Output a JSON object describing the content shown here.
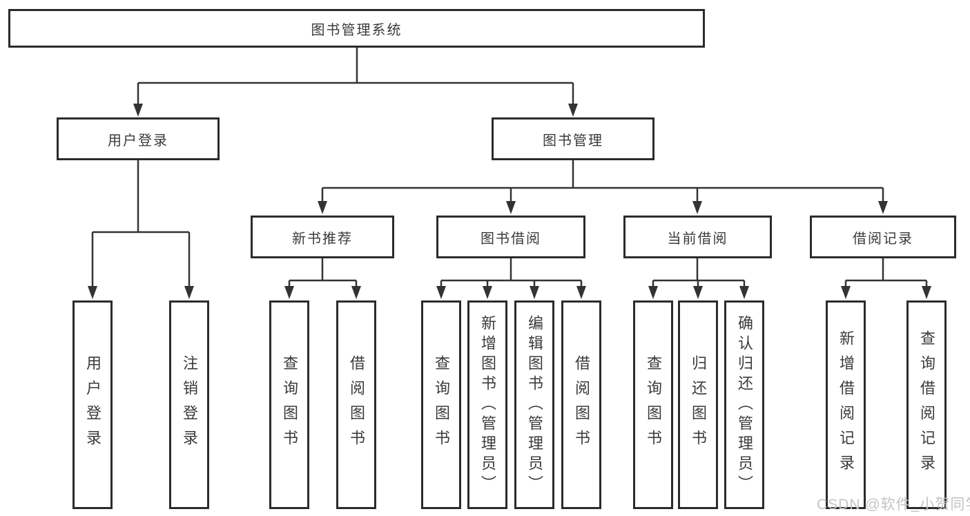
{
  "diagram_title": "图书管理系统",
  "tree": {
    "root": {
      "label": "图书管理系统",
      "children": [
        {
          "label": "用户登录",
          "children": [
            {
              "label": "用户登录"
            },
            {
              "label": "注销登录"
            }
          ]
        },
        {
          "label": "图书管理",
          "children": [
            {
              "label": "新书推荐",
              "children": [
                {
                  "label": "查询图书"
                },
                {
                  "label": "借阅图书"
                }
              ]
            },
            {
              "label": "图书借阅",
              "children": [
                {
                  "label": "查询图书"
                },
                {
                  "label": "新增图书（管理员）"
                },
                {
                  "label": "编辑图书（管理员）"
                },
                {
                  "label": "借阅图书"
                }
              ]
            },
            {
              "label": "当前借阅",
              "children": [
                {
                  "label": "查询图书"
                },
                {
                  "label": "归还图书"
                },
                {
                  "label": "确认归还（管理员）"
                }
              ]
            },
            {
              "label": "借阅记录",
              "children": [
                {
                  "label": "新增借阅记录"
                },
                {
                  "label": "查询借阅记录"
                }
              ]
            }
          ]
        }
      ]
    }
  },
  "watermark": {
    "text": "CSDN @软件_小贺同学"
  },
  "colors": {
    "line": "#333333",
    "box_border": "#2b2b2b",
    "text": "#3a3a3a",
    "background": "#ffffff",
    "watermark": "#c3c3c3"
  }
}
